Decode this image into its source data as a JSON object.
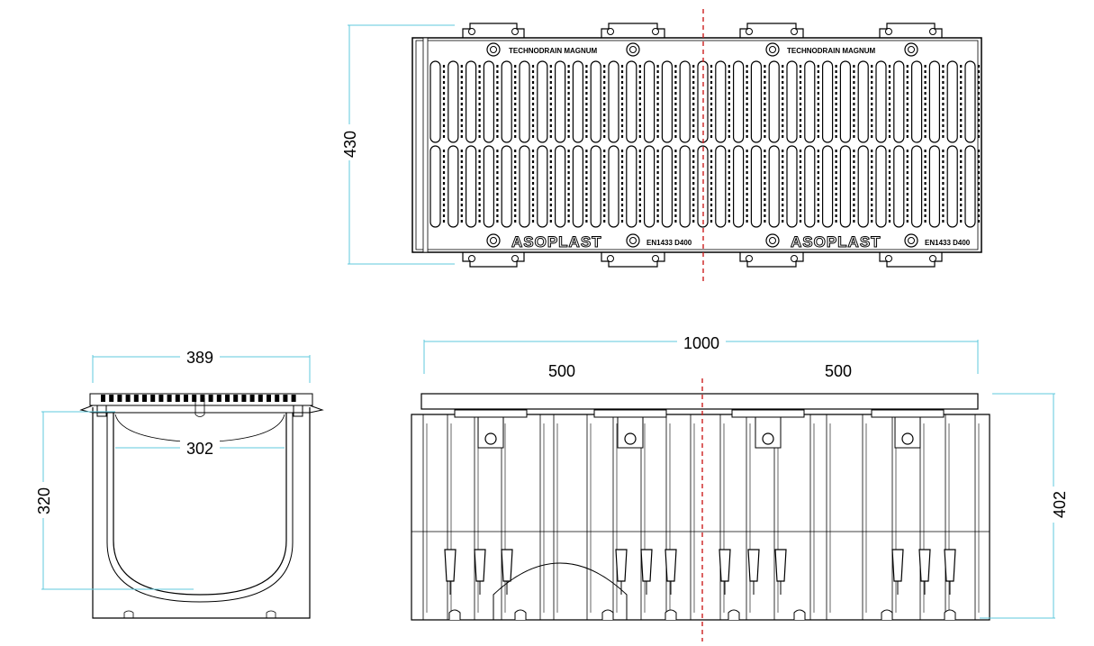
{
  "top_view": {
    "height_dim": "430",
    "grate_text": "TECHNODRAIN MAGNUM",
    "brand": "ASOPLAST",
    "load_class": "EN1433 D400"
  },
  "section_view": {
    "width_dim": "389",
    "inner_width_dim": "302",
    "height_dim": "320"
  },
  "side_view": {
    "total_length_dim": "1000",
    "left_half_dim": "500",
    "right_half_dim": "500",
    "height_dim": "402"
  },
  "colors": {
    "dimension_line": "#5fc8dc",
    "center_line": "#cc1f1f",
    "outline": "#000000"
  }
}
